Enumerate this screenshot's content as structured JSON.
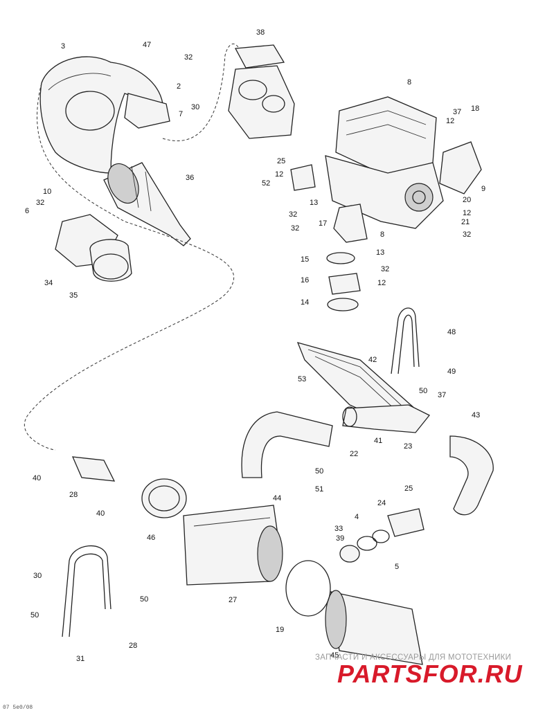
{
  "diagram": {
    "callouts": [
      "3",
      "47",
      "32",
      "2",
      "7",
      "30",
      "38",
      "8",
      "18",
      "37",
      "12",
      "6",
      "32",
      "10",
      "36",
      "25",
      "12",
      "52",
      "13",
      "32",
      "9",
      "8",
      "20",
      "17",
      "32",
      "12",
      "21",
      "32",
      "34",
      "35",
      "15",
      "13",
      "32",
      "16",
      "12",
      "14",
      "48",
      "42",
      "49",
      "50",
      "53",
      "37",
      "43",
      "23",
      "41",
      "22",
      "40",
      "28",
      "40",
      "50",
      "51",
      "44",
      "25",
      "24",
      "46",
      "4",
      "33",
      "39",
      "5",
      "27",
      "30",
      "50",
      "50",
      "19",
      "45",
      "31",
      "28"
    ]
  },
  "watermark": {
    "caption": "ЗАПЧАСТИ И АКСЕССУАРЫ ДЛЯ МОТОТЕХНИКИ",
    "logo": "PARTSFOR.RU"
  },
  "reference_code": "07 5e0/08"
}
